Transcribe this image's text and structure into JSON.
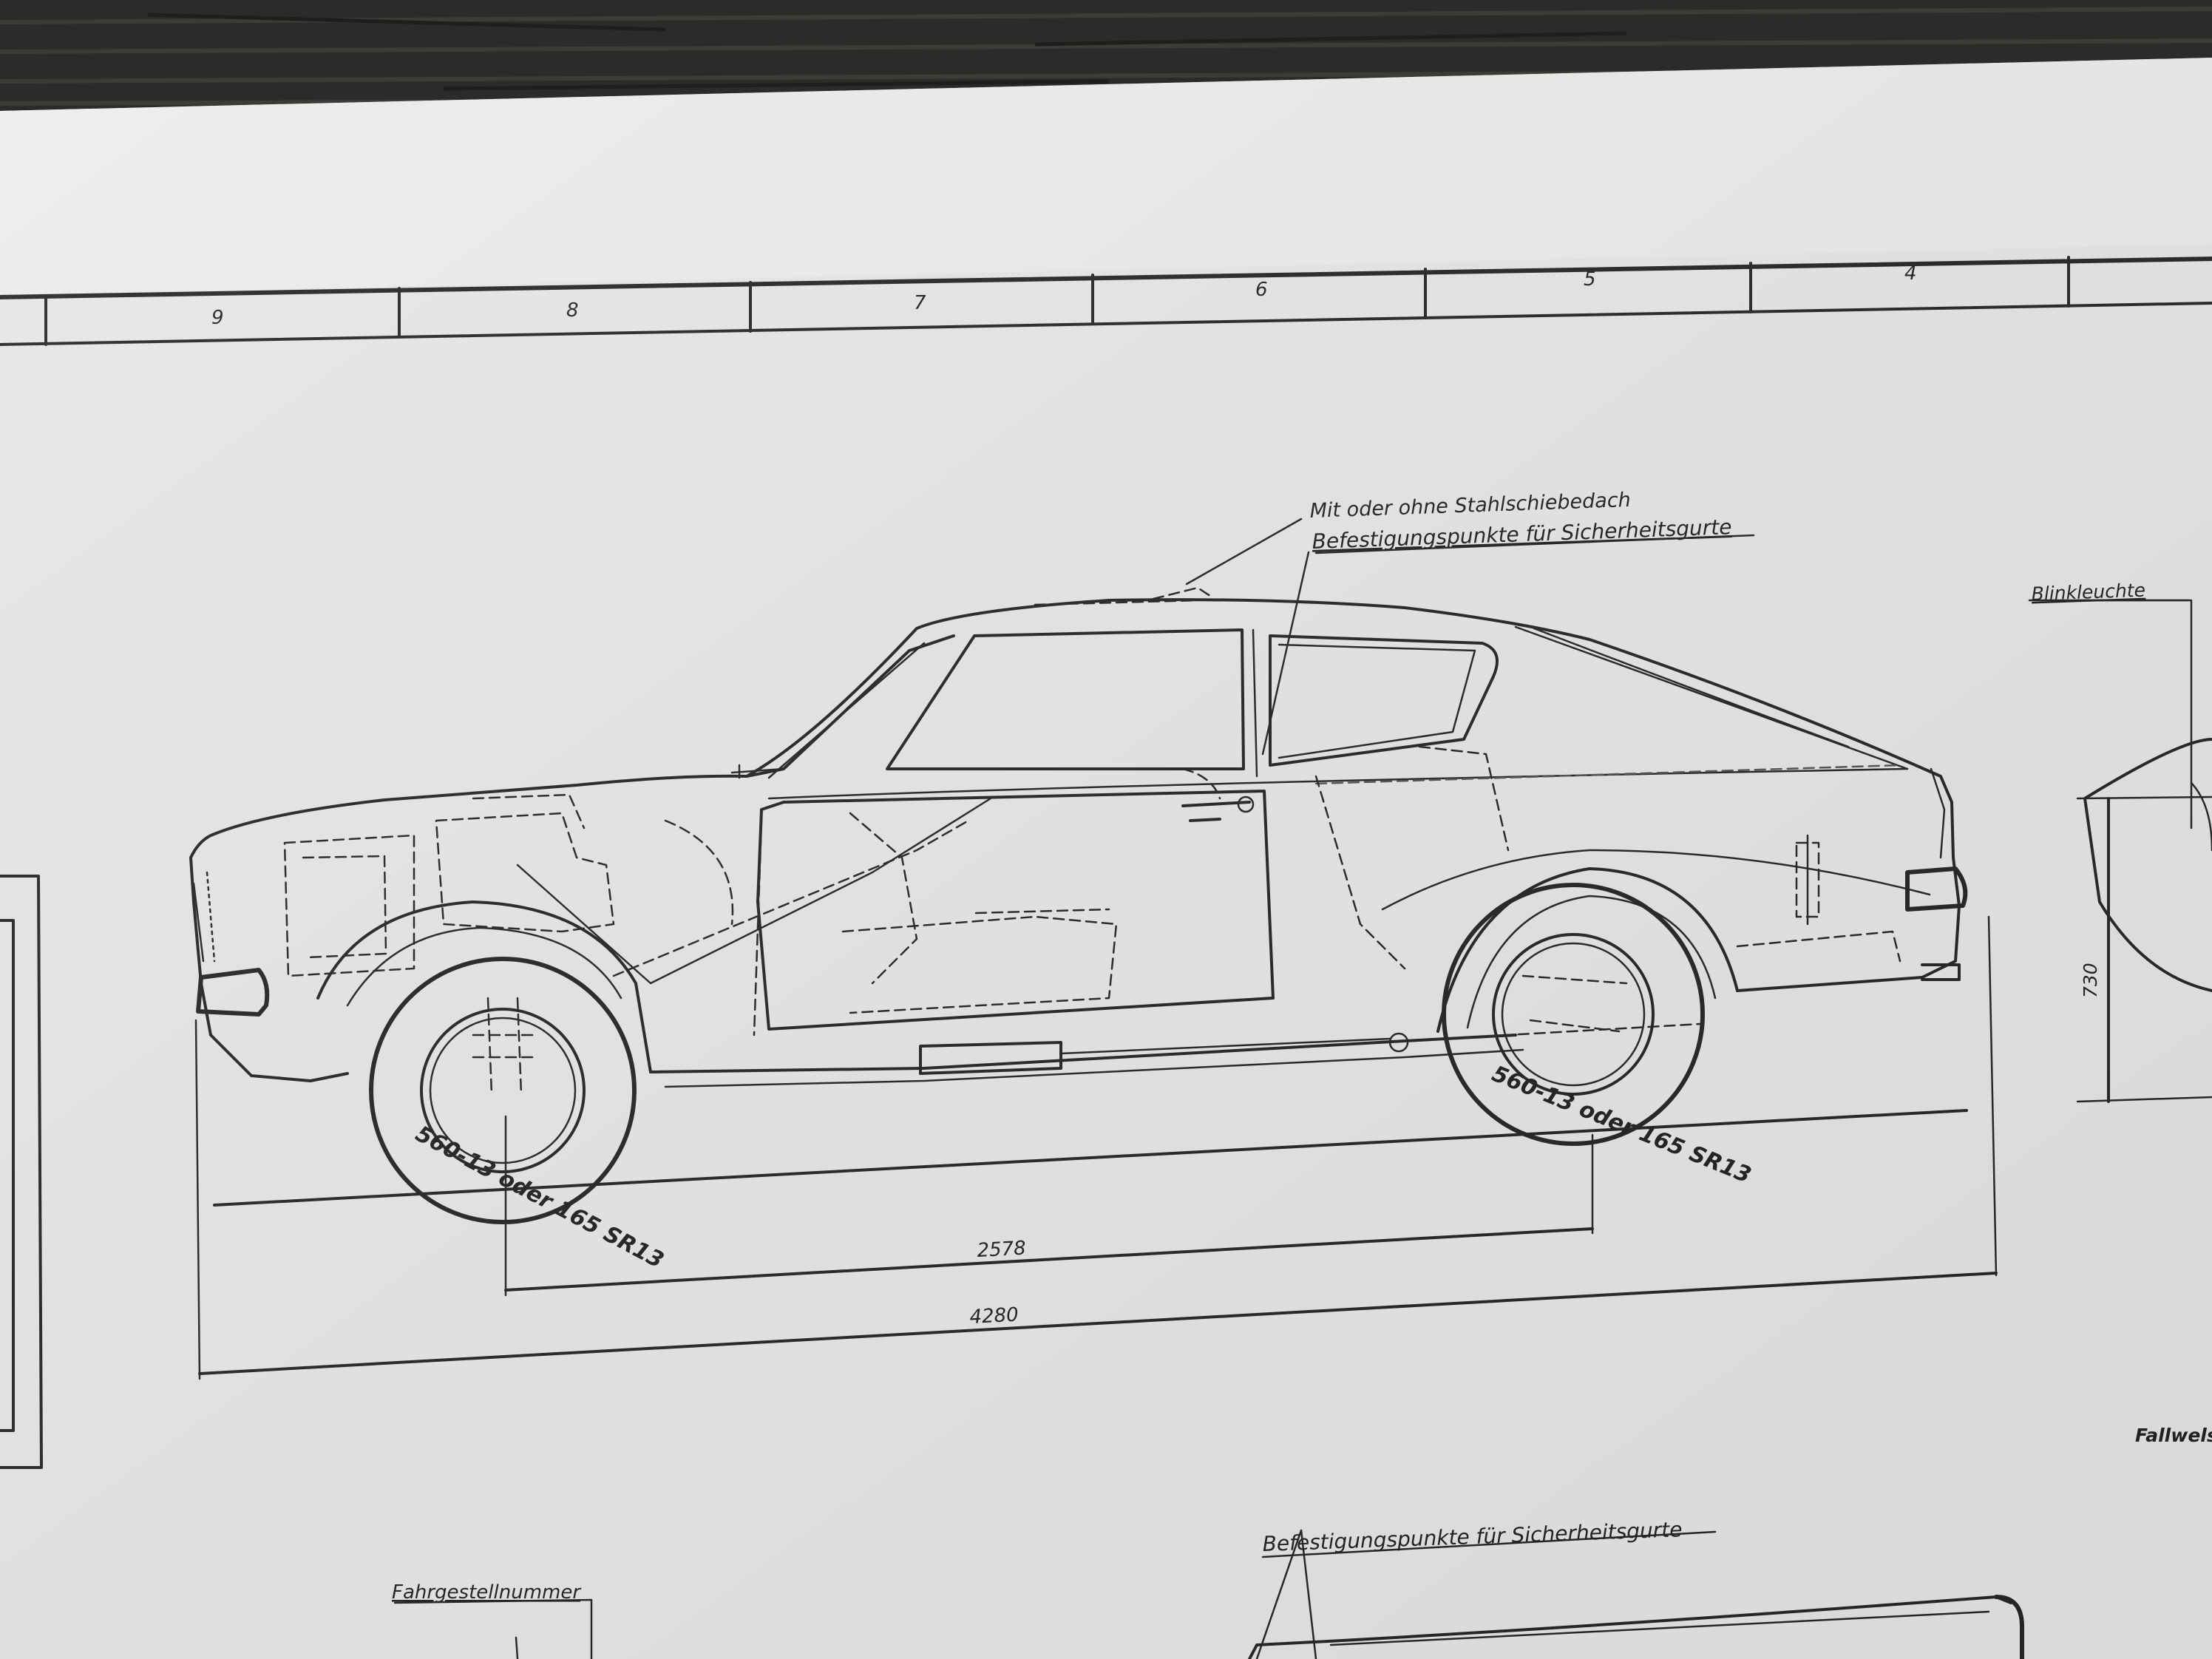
{
  "grid_numbers": [
    "9",
    "8",
    "7",
    "6",
    "5",
    "4"
  ],
  "labels": {
    "sunroof": "Mit oder ohne Stahlschiebedach",
    "belt_points": "Befestigungspunkte für Sicherheitsgurte",
    "turn_signal": "Blinkleuchte",
    "tire_front": "560-13 oder 165 SR13",
    "tire_rear": "560-13 oder 165 SR13",
    "wheelbase": "2578",
    "overall_length": "4280",
    "height": "730",
    "fallweis": "Fallwels",
    "belt_points_lower": "Befestigungspunkte für Sicherheitsgurte",
    "chassis_number": "Fahrgestellnummer"
  },
  "colors": {
    "table": "#2b2b29",
    "paper": "#e6e8e7",
    "ink": "#262626"
  }
}
